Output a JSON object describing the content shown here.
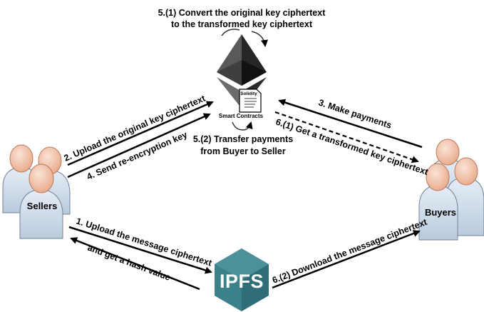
{
  "top_label": {
    "line1": "5.(1) Convert the original key ciphertext",
    "line2": "to the transformed key ciphertext"
  },
  "smart_contracts": {
    "title": "Smart Contracts",
    "doc_label": "Solidity"
  },
  "middle_label": {
    "line1": "5.(2) Transfer payments",
    "line2": "from Buyer to Seller"
  },
  "sellers": {
    "label": "Sellers"
  },
  "buyers": {
    "label": "Buyers"
  },
  "ipfs": {
    "label": "IPFS"
  },
  "arrows": {
    "step2": "2. Upload the original key ciphertext",
    "step4": "4. Send re-encryption key",
    "step3": "3. Make payments",
    "step6_1": "6.(1) Get a transformed key ciphertext",
    "step1_line1": "1. Upload the message ciphertext",
    "step1_line2": "and get a hash value",
    "step6_2": "6.(2) Download the message ciphertext"
  },
  "colors": {
    "person_skin": "#f4c7ad",
    "person_body": "#cfdbe8",
    "ethereum_dark": "#3a3a3a",
    "ipfs_teal": "#3e7f86"
  }
}
